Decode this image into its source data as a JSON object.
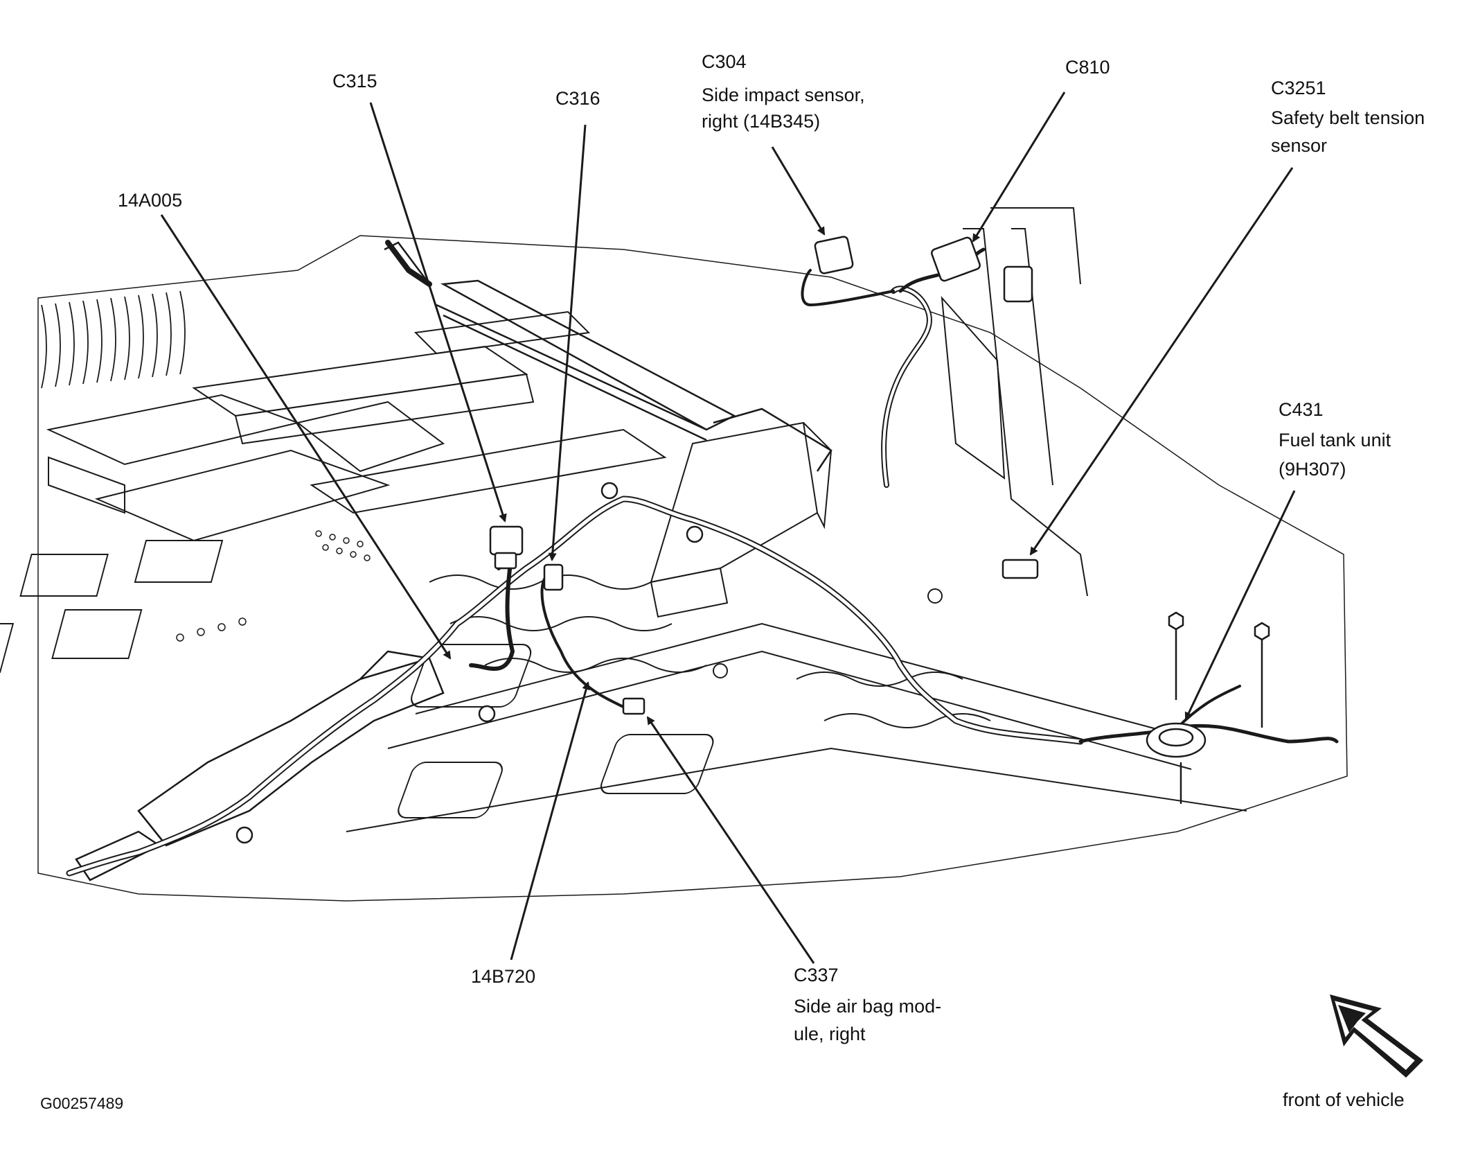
{
  "labels": {
    "c315": "C315",
    "c316": "C316",
    "c304_id": "C304",
    "c304_desc1": "Side impact sensor,",
    "c304_desc2": "right (14B345)",
    "c810": "C810",
    "c3251_id": "C3251",
    "c3251_desc1": "Safety belt tension",
    "c3251_desc2": "sensor",
    "part_14a005": "14A005",
    "c431_id": "C431",
    "c431_desc1": "Fuel tank unit",
    "c431_desc2": "(9H307)",
    "part_14b720": "14B720",
    "c337_id": "C337",
    "c337_desc1": "Side air bag mod-",
    "c337_desc2": "ule, right",
    "figure_id": "G00257489",
    "orientation": "front of vehicle"
  },
  "colors": {
    "line": "#1a1a1a",
    "background": "#ffffff"
  }
}
